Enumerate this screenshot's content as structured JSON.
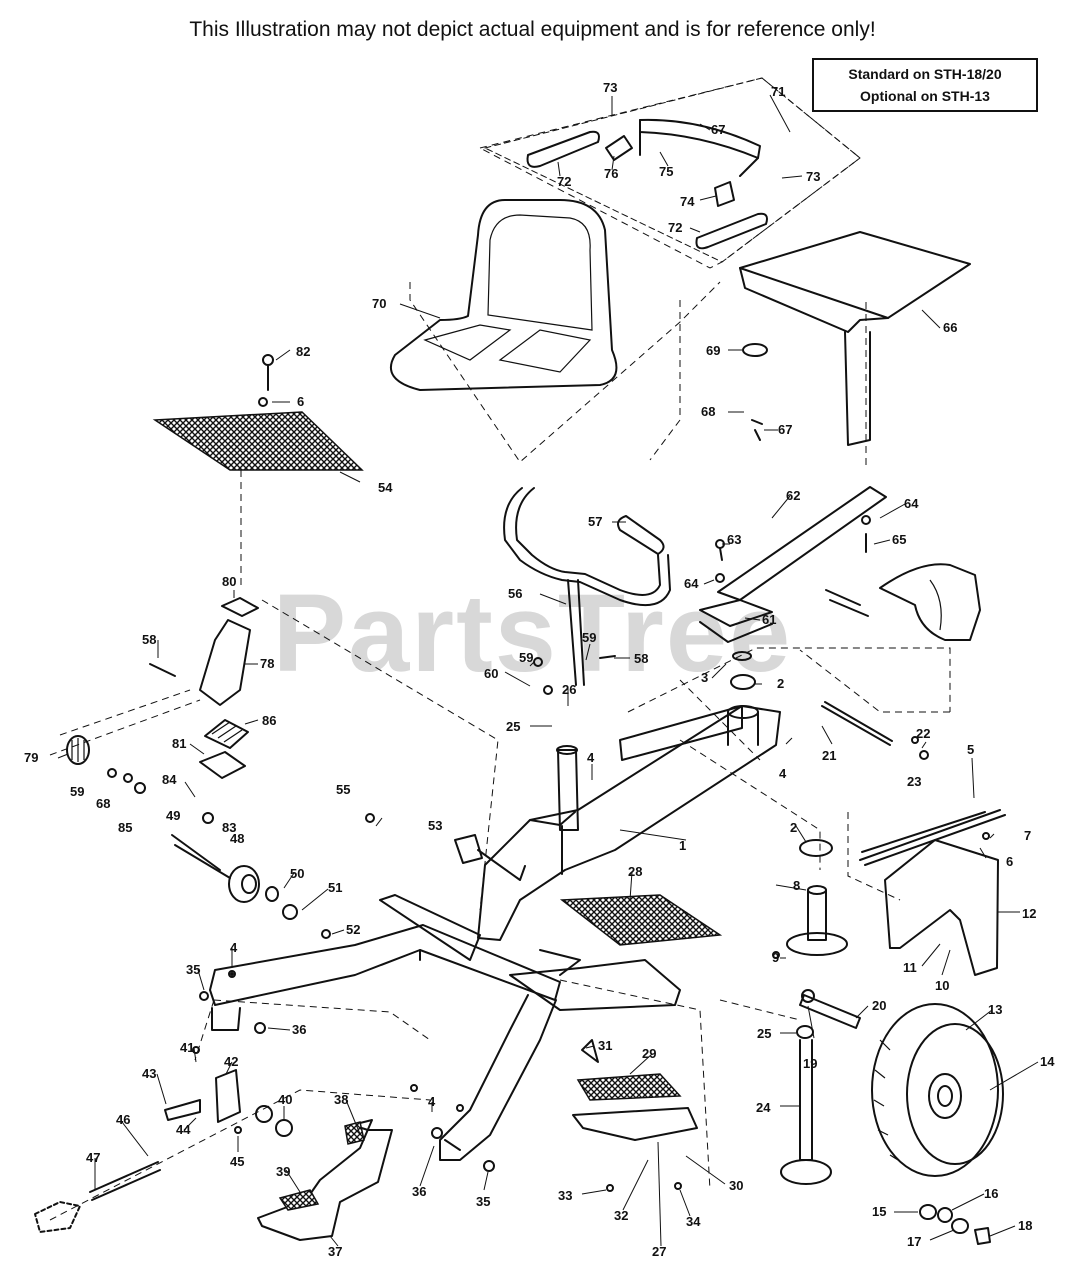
{
  "disclaimer": "This Illustration may not depict actual equipment and is for reference only!",
  "note": {
    "line1": "Standard on STH-18/20",
    "line2": "Optional on STH-13"
  },
  "watermark": "PartsTree",
  "callouts": [
    {
      "id": "c-73a",
      "text": "73"
    },
    {
      "id": "c-71",
      "text": "71"
    },
    {
      "id": "c-67a",
      "text": "67"
    },
    {
      "id": "c-72a",
      "text": "72"
    },
    {
      "id": "c-76",
      "text": "76"
    },
    {
      "id": "c-75",
      "text": "75"
    },
    {
      "id": "c-73b",
      "text": "73"
    },
    {
      "id": "c-74",
      "text": "74"
    },
    {
      "id": "c-72b",
      "text": "72"
    },
    {
      "id": "c-70",
      "text": "70"
    },
    {
      "id": "c-69",
      "text": "69"
    },
    {
      "id": "c-66",
      "text": "66"
    },
    {
      "id": "c-82",
      "text": "82"
    },
    {
      "id": "c-6a",
      "text": "6"
    },
    {
      "id": "c-68a",
      "text": "68"
    },
    {
      "id": "c-67b",
      "text": "67"
    },
    {
      "id": "c-54",
      "text": "54"
    },
    {
      "id": "c-62",
      "text": "62"
    },
    {
      "id": "c-64a",
      "text": "64"
    },
    {
      "id": "c-57",
      "text": "57"
    },
    {
      "id": "c-63",
      "text": "63"
    },
    {
      "id": "c-65",
      "text": "65"
    },
    {
      "id": "c-64b",
      "text": "64"
    },
    {
      "id": "c-80",
      "text": "80"
    },
    {
      "id": "c-56",
      "text": "56"
    },
    {
      "id": "c-61",
      "text": "61"
    },
    {
      "id": "c-58a",
      "text": "58"
    },
    {
      "id": "c-78",
      "text": "78"
    },
    {
      "id": "c-59a",
      "text": "59"
    },
    {
      "id": "c-58b",
      "text": "58"
    },
    {
      "id": "c-59b",
      "text": "59"
    },
    {
      "id": "c-60",
      "text": "60"
    },
    {
      "id": "c-3",
      "text": "3"
    },
    {
      "id": "c-2a",
      "text": "2"
    },
    {
      "id": "c-26",
      "text": "26"
    },
    {
      "id": "c-86",
      "text": "86"
    },
    {
      "id": "c-25a",
      "text": "25"
    },
    {
      "id": "c-79",
      "text": "79"
    },
    {
      "id": "c-81",
      "text": "81"
    },
    {
      "id": "c-4a",
      "text": "4"
    },
    {
      "id": "c-4b",
      "text": "4"
    },
    {
      "id": "c-21",
      "text": "21"
    },
    {
      "id": "c-22",
      "text": "22"
    },
    {
      "id": "c-5",
      "text": "5"
    },
    {
      "id": "c-59c",
      "text": "59"
    },
    {
      "id": "c-68b",
      "text": "68"
    },
    {
      "id": "c-84",
      "text": "84"
    },
    {
      "id": "c-23",
      "text": "23"
    },
    {
      "id": "c-85",
      "text": "85"
    },
    {
      "id": "c-83",
      "text": "83"
    },
    {
      "id": "c-55",
      "text": "55"
    },
    {
      "id": "c-49",
      "text": "49"
    },
    {
      "id": "c-53",
      "text": "53"
    },
    {
      "id": "c-1",
      "text": "1"
    },
    {
      "id": "c-2b",
      "text": "2"
    },
    {
      "id": "c-48",
      "text": "48"
    },
    {
      "id": "c-7",
      "text": "7"
    },
    {
      "id": "c-6b",
      "text": "6"
    },
    {
      "id": "c-28",
      "text": "28"
    },
    {
      "id": "c-8",
      "text": "8"
    },
    {
      "id": "c-50",
      "text": "50"
    },
    {
      "id": "c-51",
      "text": "51"
    },
    {
      "id": "c-12",
      "text": "12"
    },
    {
      "id": "c-52",
      "text": "52"
    },
    {
      "id": "c-4c",
      "text": "4"
    },
    {
      "id": "c-9",
      "text": "9"
    },
    {
      "id": "c-11",
      "text": "11"
    },
    {
      "id": "c-35a",
      "text": "35"
    },
    {
      "id": "c-10",
      "text": "10"
    },
    {
      "id": "c-20",
      "text": "20"
    },
    {
      "id": "c-36a",
      "text": "36"
    },
    {
      "id": "c-13",
      "text": "13"
    },
    {
      "id": "c-25b",
      "text": "25"
    },
    {
      "id": "c-19",
      "text": "19"
    },
    {
      "id": "c-41",
      "text": "41"
    },
    {
      "id": "c-42",
      "text": "42"
    },
    {
      "id": "c-31",
      "text": "31"
    },
    {
      "id": "c-14",
      "text": "14"
    },
    {
      "id": "c-43",
      "text": "43"
    },
    {
      "id": "c-29",
      "text": "29"
    },
    {
      "id": "c-40",
      "text": "40"
    },
    {
      "id": "c-38",
      "text": "38"
    },
    {
      "id": "c-46",
      "text": "46"
    },
    {
      "id": "c-44",
      "text": "44"
    },
    {
      "id": "c-4d",
      "text": "4"
    },
    {
      "id": "c-24",
      "text": "24"
    },
    {
      "id": "c-45",
      "text": "45"
    },
    {
      "id": "c-47",
      "text": "47"
    },
    {
      "id": "c-39",
      "text": "39"
    },
    {
      "id": "c-36b",
      "text": "36"
    },
    {
      "id": "c-35b",
      "text": "35"
    },
    {
      "id": "c-33",
      "text": "33"
    },
    {
      "id": "c-30",
      "text": "30"
    },
    {
      "id": "c-32",
      "text": "32"
    },
    {
      "id": "c-34",
      "text": "34"
    },
    {
      "id": "c-16",
      "text": "16"
    },
    {
      "id": "c-15",
      "text": "15"
    },
    {
      "id": "c-18",
      "text": "18"
    },
    {
      "id": "c-17",
      "text": "17"
    },
    {
      "id": "c-37",
      "text": "37"
    },
    {
      "id": "c-27",
      "text": "27"
    }
  ]
}
